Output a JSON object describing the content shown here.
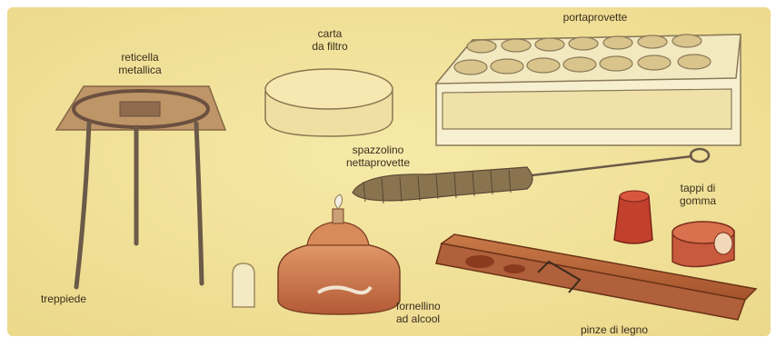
{
  "labels": {
    "reticella": [
      "reticella",
      "metallica"
    ],
    "carta": [
      "carta",
      "da filtro"
    ],
    "portaprovette": [
      "portaprovette"
    ],
    "spazzolino": [
      "spazzolino",
      "nettaprovette"
    ],
    "tappi": [
      "tappi di",
      "gomma"
    ],
    "treppiede": [
      "treppiede"
    ],
    "fornellino": [
      "fornellino",
      "ad alcool"
    ],
    "pinze": [
      "pinze di legno"
    ]
  },
  "colors": {
    "paper": "#f2e5a0",
    "paper_edge": "#e8d78a",
    "wood": "#b5663a",
    "copper": "#c9714a",
    "rubber": "#c2412c",
    "metal": "#6b5a48"
  }
}
